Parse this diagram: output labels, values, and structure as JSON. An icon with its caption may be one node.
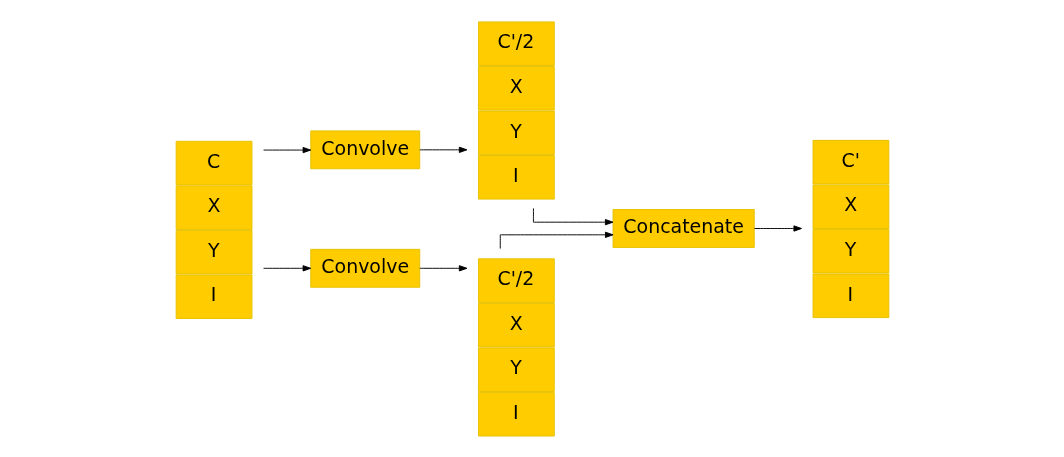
{
  "diagram": {
    "nodes": [
      {
        "text": [
          "C",
          "X",
          "Y",
          "I"
        ]
      },
      {
        "text": [
          "Convolve"
        ]
      },
      {
        "text": [
          "C'/2",
          "X",
          "Y",
          "I"
        ]
      },
      {
        "text": [
          "Convolve"
        ]
      },
      {
        "text": [
          "C'/2",
          "X",
          "Y",
          "I"
        ]
      },
      {
        "text": [
          "Concatenate"
        ]
      },
      {
        "text": [
          "C'",
          "X",
          "Y",
          "I"
        ]
      }
    ],
    "edges": [
      {
        "from": 0,
        "to": 1,
        "arrow": "to"
      },
      {
        "from": 0,
        "to": 3,
        "arrow": "to"
      },
      {
        "from": 1,
        "to": 2,
        "arrow": "to"
      },
      {
        "from": 3,
        "to": 4,
        "arrow": "to"
      },
      {
        "from": 2,
        "to": 5,
        "arrow": "to"
      },
      {
        "from": 4,
        "to": 5,
        "arrow": "to"
      },
      {
        "from": 5,
        "to": 6,
        "arrow": "to"
      }
    ]
  }
}
